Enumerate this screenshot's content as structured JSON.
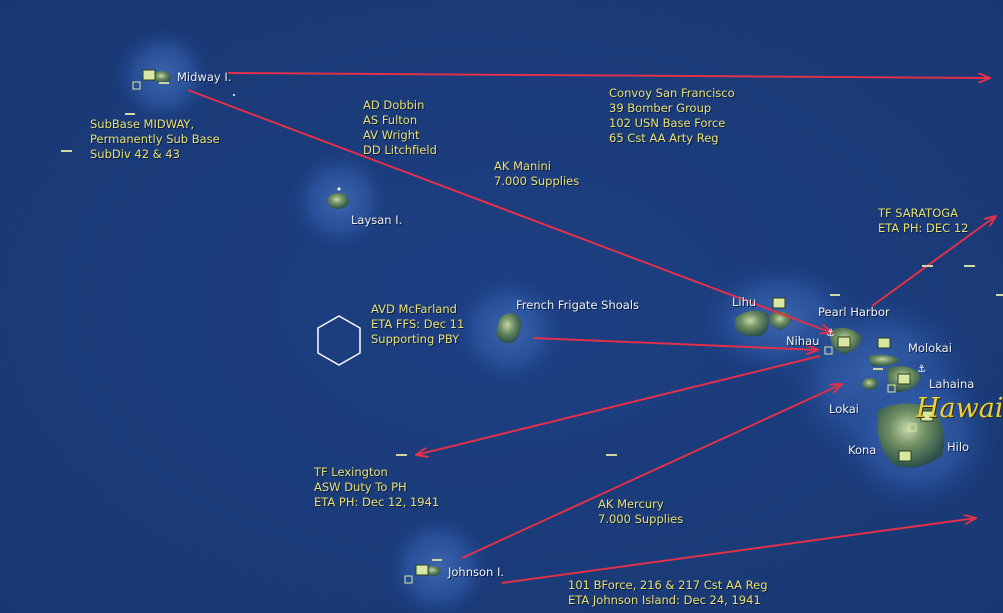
{
  "locations": {
    "midway": "Midway I.",
    "laysan": "Laysan I.",
    "ffs": "French Frigate Shoals",
    "lihue": "Lihu",
    "nihau": "Nihau",
    "pearl": "Pearl Harbor",
    "molokai": "Molokai",
    "lahaina": "Lahaina",
    "lokai": "Lokai",
    "kona": "Kona",
    "hilo": "Hilo",
    "johnson": "Johnson I.",
    "hawaii": "Hawai"
  },
  "notes": {
    "subbase": [
      "SubBase MIDWAY,",
      "Permanently Sub Base",
      "SubDiv  42 & 43"
    ],
    "dobbin": [
      "AD Dobbin",
      "AS Fulton",
      "AV Wright",
      "DD Litchfield"
    ],
    "convoy": [
      "Convoy San Francisco",
      "39 Bomber Group",
      "102 USN Base Force",
      "65 Cst AA Arty Reg"
    ],
    "manini": [
      "AK Manini",
      "7.000 Supplies"
    ],
    "saratoga": [
      "TF SARATOGA",
      "ETA PH: DEC 12"
    ],
    "mcfarland": [
      "AVD McFarland",
      "ETA FFS: Dec 11",
      "Supporting PBY"
    ],
    "lexington": [
      "TF Lexington",
      "ASW Duty To PH",
      "ETA PH: Dec 12, 1941"
    ],
    "mercury": [
      "AK Mercury",
      "7.000 Supplies"
    ],
    "bforce": [
      "101 BForce, 216 & 217 Cst AA Reg",
      "ETA Johnson Island: Dec 24, 1941"
    ]
  },
  "colors": {
    "ocean": "#1a3a7a",
    "arrow": "#e0304a",
    "note_text": "#e8e070",
    "label_text": "#f2f2f2",
    "base_marker": "#d8e8a0",
    "region_label": "#e8d23a"
  },
  "icons": [
    "airbase-icon",
    "port-icon",
    "ship-icon",
    "anchor-icon",
    "hex-cursor-icon"
  ]
}
